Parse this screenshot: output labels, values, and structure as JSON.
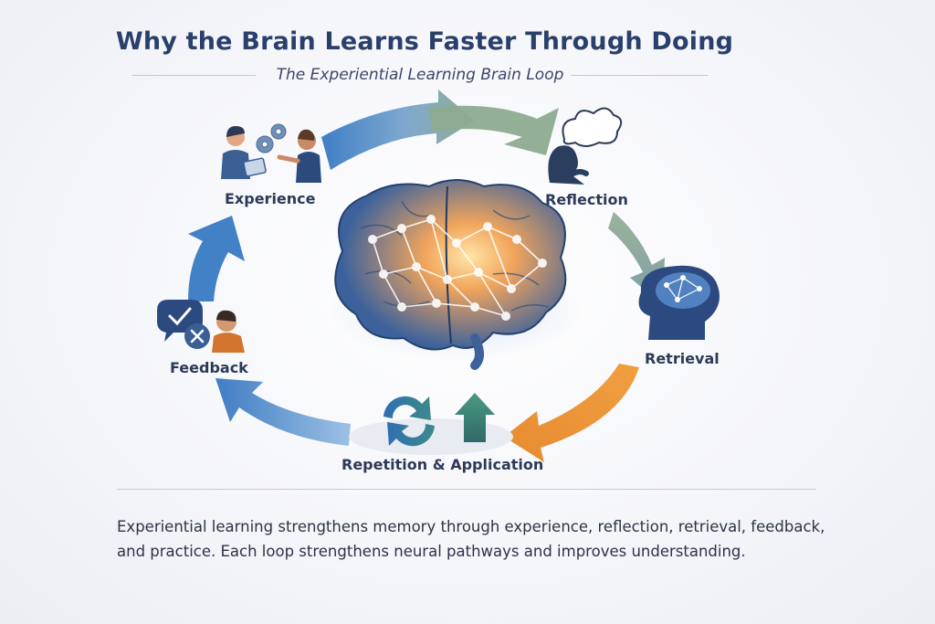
{
  "title": "Why the Brain Learns Faster Through Doing",
  "subtitle": "The Experiential Learning Brain Loop",
  "stages": {
    "experience": "Experience",
    "reflection": "Reflection",
    "retrieval": "Retrieval",
    "feedback": "Feedback",
    "repetition": "Repetition & Application"
  },
  "summary": "Experiential learning strengthens memory through experience, reflection, retrieval, feedback, and practice. Each loop strengthens neural pathways and improves understanding.",
  "colors": {
    "title": "#2a3f6b",
    "arrow_blue": "#4a86c8",
    "arrow_green": "#8aa890",
    "arrow_orange": "#e9953a",
    "brain_blue": "#345f9a",
    "brain_orange": "#e89a4a"
  },
  "icons": [
    "people-gears-icon",
    "thought-bubble-icon",
    "head-network-icon",
    "feedback-chat-icon",
    "cycle-arrows-icon",
    "up-arrow-icon",
    "brain-icon"
  ]
}
